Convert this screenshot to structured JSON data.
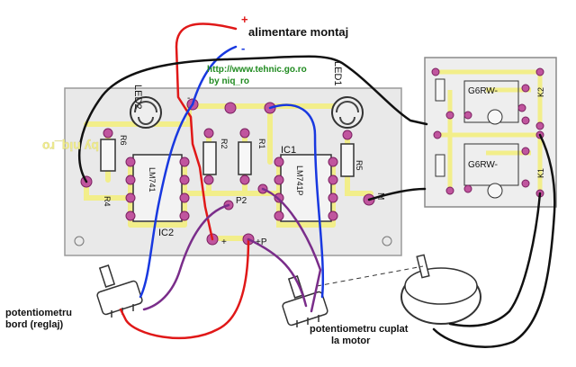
{
  "labels": {
    "plus_sign": "+",
    "minus_sign": "-",
    "supply": "alimentare montaj",
    "url": "http://www.tehnic.go.ro",
    "author": "by niq_ro",
    "pot_board_line1": "potentiometru",
    "pot_board_line2": "bord (reglaj)",
    "pot_motor_line1": "potentiometru cuplat",
    "pot_motor_line2": "la motor"
  },
  "main_board": {
    "led2": "LED2",
    "led1": "LED1",
    "ic1": "IC1",
    "ic2": "IC2",
    "r1": "R1",
    "r2": "R2",
    "r4": "R4",
    "r5": "R5",
    "r6": "R6",
    "p2": "P2",
    "pad_minus": "-",
    "pad_plus": "+",
    "pad_plus_p": "+P",
    "pad_m": "M",
    "chip_ic1": "LM741P",
    "chip_ic2": "LM741",
    "mirror_tag": "by niq_ro"
  },
  "relay_board": {
    "relay_1": "G6RW-",
    "relay_2": "G6RW-",
    "k1": "K1",
    "k2": "K2"
  },
  "colors": {
    "board": "#e9e9e9",
    "track": "#f2ee8a",
    "pad": "#c0559e",
    "wire_red": "#e01818",
    "wire_blue": "#1838e0",
    "wire_purple": "#7a2d8a",
    "wire_black": "#111111",
    "url_green": "#1f8a1f"
  }
}
